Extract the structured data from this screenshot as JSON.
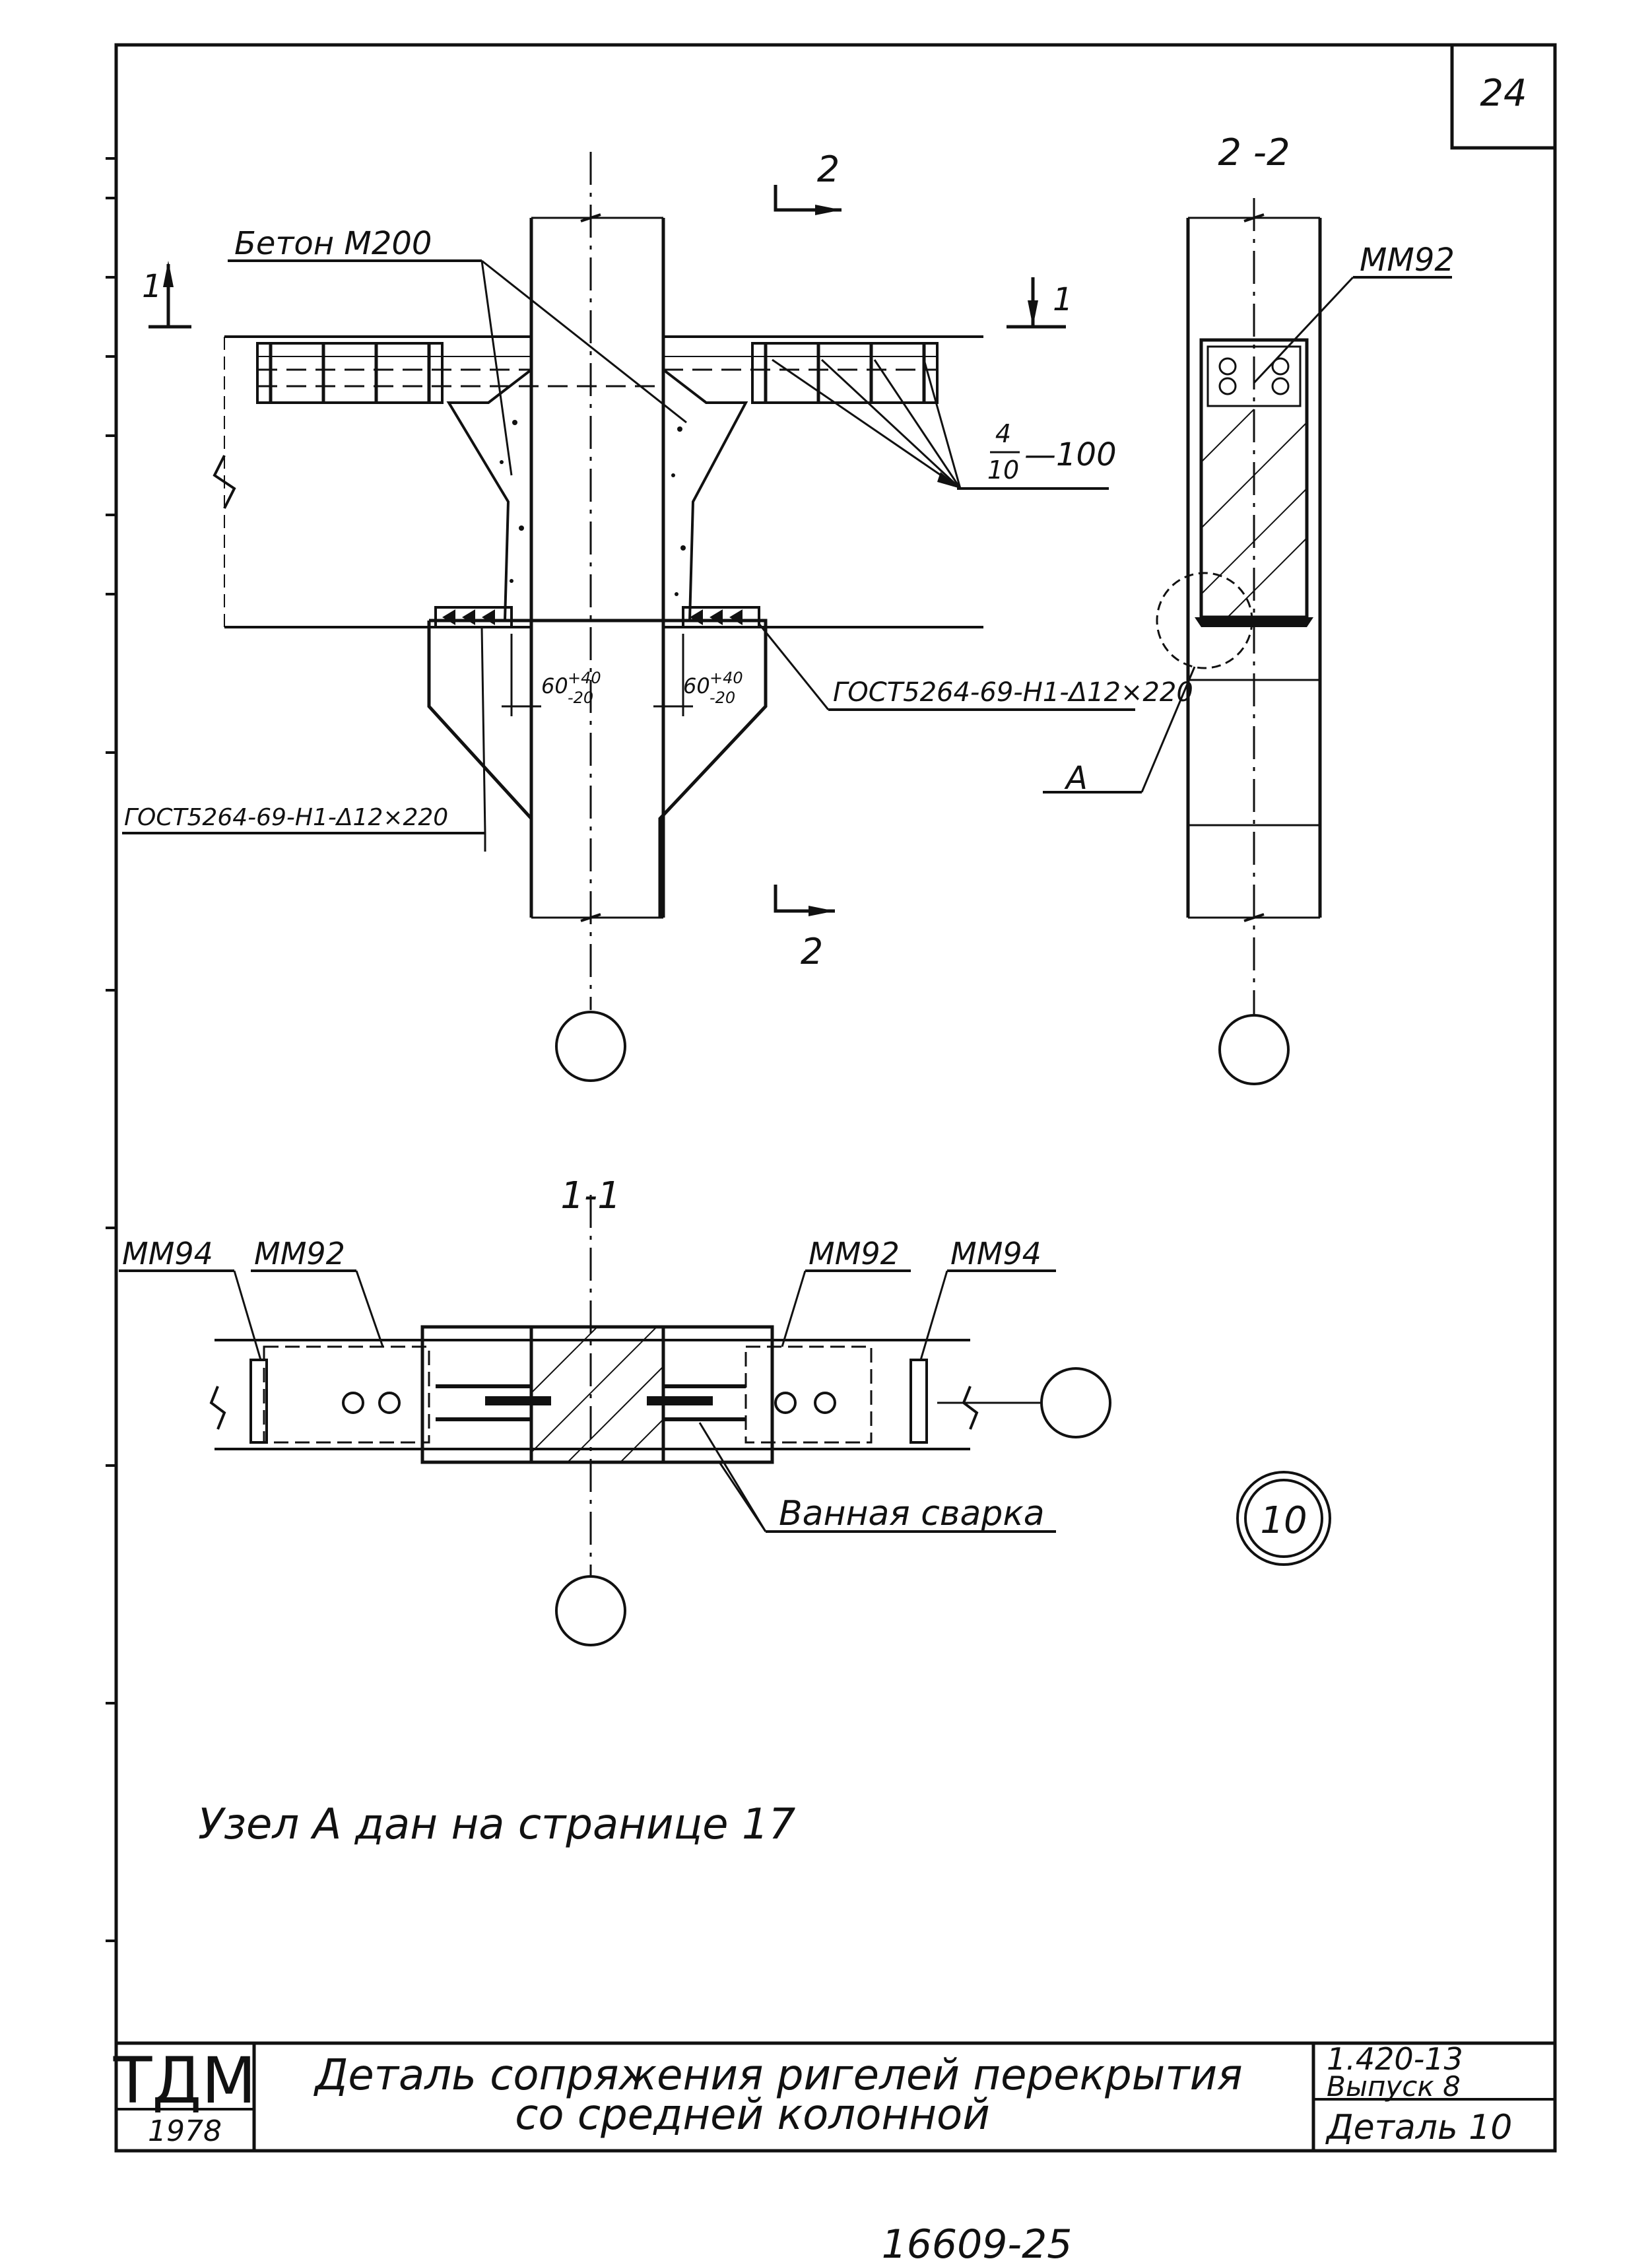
{
  "sheet": {
    "page_number": "24"
  },
  "labels": {
    "concrete": "Бетон М200",
    "section_2_top": "2",
    "section_2_bottom": "2",
    "section_1_left": "1",
    "section_1_right": "1",
    "section_22_title": "2 -2",
    "mm92_top": "ММ92",
    "rebar_spacing_num": "4",
    "rebar_spacing_den": "10",
    "rebar_spacing_val": "—100",
    "dim_left": "60",
    "dim_left_tol_up": "+40",
    "dim_left_tol_dn": "-20",
    "dim_right": "60",
    "dim_right_tol_up": "+40",
    "dim_right_tol_dn": "-20",
    "weld_right": "ГОСТ5264-69-Н1-Δ12×220",
    "weld_left": "ГОСТ5264-69-Н1-Δ12×220",
    "node_a": "А",
    "section_11_title": "1-1",
    "mm94_left": "ММ94",
    "mm92_left": "ММ92",
    "mm92_right": "ММ92",
    "mm94_right": "ММ94",
    "bath_welding": "Ванная сварка",
    "detail_mark": "10",
    "note": "Узел А дан на странице 17"
  },
  "title_block": {
    "org": "ТДМ",
    "year": "1978",
    "title_line1": "Деталь сопряжения ригелей перекрытия",
    "title_line2": "со средней колонной",
    "series": "1.420-13",
    "issue": "Выпуск 8",
    "detail": "Деталь 10"
  },
  "footer": {
    "stamp_number": "16609-25"
  }
}
